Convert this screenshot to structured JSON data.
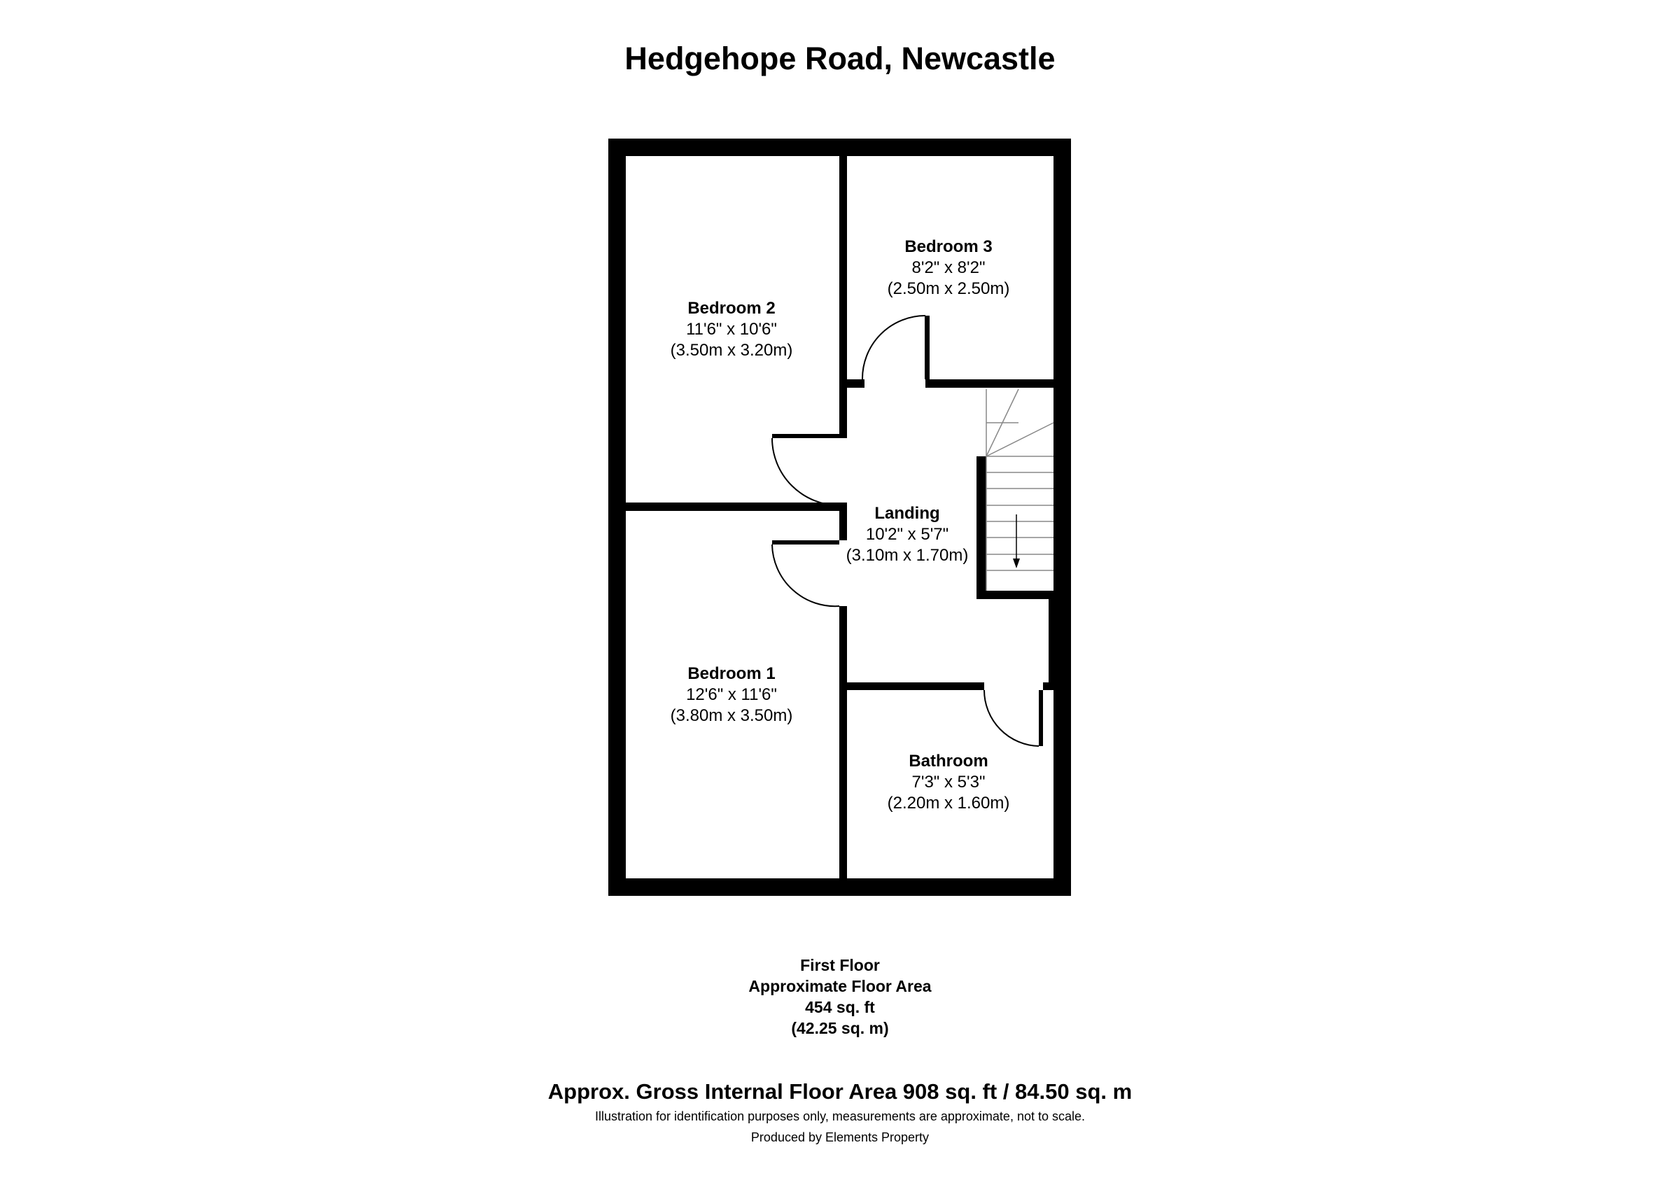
{
  "title": "Hedgehope Road, Newcastle",
  "rooms": [
    {
      "name": "Bedroom 3",
      "dim_imperial": "8'2\" x 8'2\"",
      "dim_metric": "(2.50m x 2.50m)"
    },
    {
      "name": "Bedroom 2",
      "dim_imperial": "11'6\" x 10'6\"",
      "dim_metric": "(3.50m x 3.20m)"
    },
    {
      "name": "Landing",
      "dim_imperial": "10'2\" x 5'7\"",
      "dim_metric": "(3.10m x 1.70m)"
    },
    {
      "name": "Bedroom 1",
      "dim_imperial": "12'6\" x 11'6\"",
      "dim_metric": "(3.80m x 3.50m)"
    },
    {
      "name": "Bathroom",
      "dim_imperial": "7'3\" x 5'3\"",
      "dim_metric": "(2.20m x 1.60m)"
    }
  ],
  "floor_summary": {
    "floor_name": "First Floor",
    "area_label": "Approximate Floor Area",
    "area_sqft": "454 sq. ft",
    "area_sqm": "(42.25 sq. m)"
  },
  "gross_area": "Approx. Gross Internal Floor Area 908 sq. ft / 84.50 sq. m",
  "disclaimer": "Illustration for identification purposes only, measurements are approximate, not to scale.",
  "produced_by": "Produced by Elements Property",
  "colors": {
    "wall": "#000000",
    "background": "#ffffff",
    "stair_line": "#888888"
  }
}
